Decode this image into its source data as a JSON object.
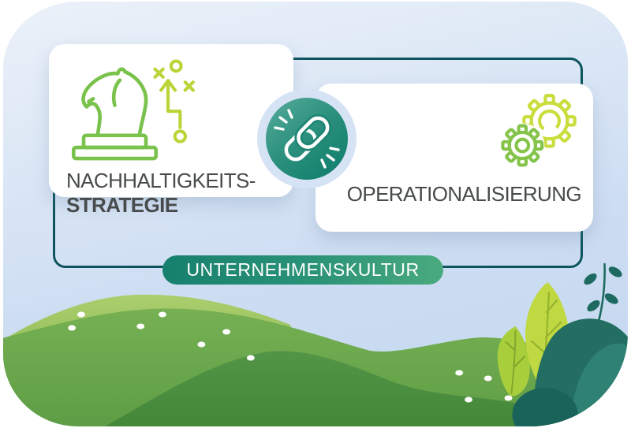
{
  "diagram": {
    "cards": {
      "strategy": {
        "line1": "NACHHALTIGKEITS-",
        "line2": "STRATEGIE",
        "icon": "chess-knight-strategy-icon"
      },
      "operationalization": {
        "label": "OPERATIONALISIERUNG",
        "icon": "gears-icon"
      }
    },
    "connector": {
      "icon": "chain-link-icon"
    },
    "culture_banner": {
      "label": "UNTERNEHMENSKULTUR"
    }
  },
  "colors": {
    "background_top": "#ecf1f9",
    "background_bottom": "#c3d8f0",
    "frame_teal": "#0d545e",
    "heading_text": "#474b4c",
    "banner_gradient_start": "#17806e",
    "banner_gradient_end": "#4aaa7e",
    "connector_gradient_start": "#58ad9c",
    "connector_gradient_end": "#0c7c69",
    "knight_green": "#79c24c",
    "strategy_accent_green": "#bbd437",
    "gear_light_green": "#c9dd3c",
    "gear_green": "#85c44a",
    "hill_light_green": "#a9cc69",
    "hill_medium_green": "#6fa94e",
    "hill_dark_green": "#4f9342",
    "bush_teal": "#236d62",
    "leaf_yellow_green": "#c0d841"
  },
  "decor": {
    "items": [
      "green-hills",
      "white-flowers",
      "big-leaves",
      "teal-bush",
      "teal-branch"
    ]
  }
}
